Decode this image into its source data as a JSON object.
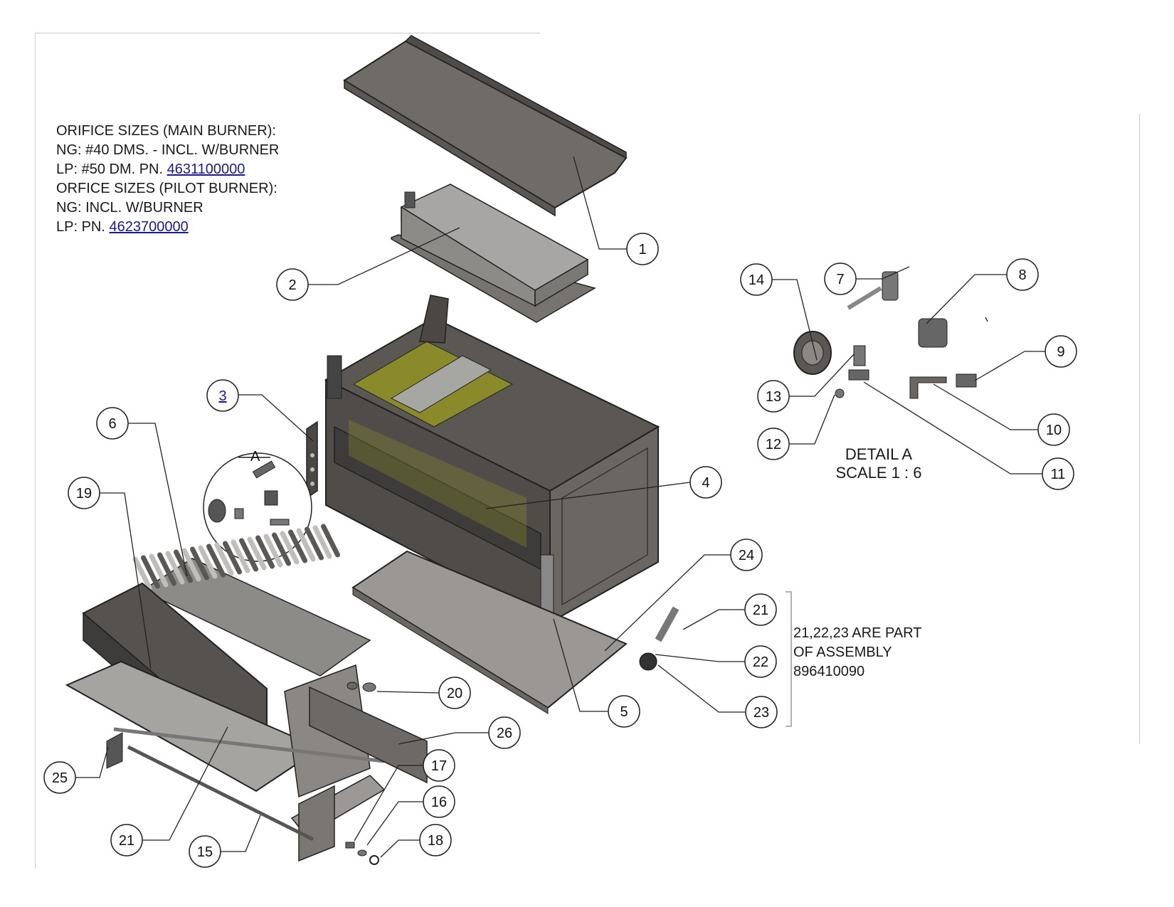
{
  "notes": {
    "line1": "ORIFICE SIZES (MAIN BURNER):",
    "line2": "NG: #40 DMS. - INCL. W/BURNER",
    "line3_prefix": "LP: #50 DM. PN.",
    "line3_pn": "4631100000",
    "line4": "ORFICE SIZES (PILOT BURNER):",
    "line5": "NG: INCL. W/BURNER",
    "line6_prefix": "LP: PN.",
    "line6_pn": "4623700000"
  },
  "detail": {
    "title": "DETAIL A",
    "scale": "SCALE 1 : 6",
    "marker": "A"
  },
  "assembly_note": {
    "line1": "21,22,23 ARE PART",
    "line2": "OF ASSEMBLY",
    "line3": "896410090"
  },
  "callouts": [
    "1",
    "2",
    "3",
    "4",
    "5",
    "6",
    "7",
    "8",
    "9",
    "10",
    "11",
    "12",
    "13",
    "14",
    "15",
    "16",
    "17",
    "18",
    "19",
    "20",
    "21",
    "21",
    "22",
    "23",
    "24",
    "25",
    "26"
  ],
  "colors": {
    "sheet_metal": "#6f6b66",
    "dark_metal": "#4a4744",
    "light_metal": "#9a9794",
    "gold": "#8a8a2a",
    "link": "#1a1a8c"
  }
}
